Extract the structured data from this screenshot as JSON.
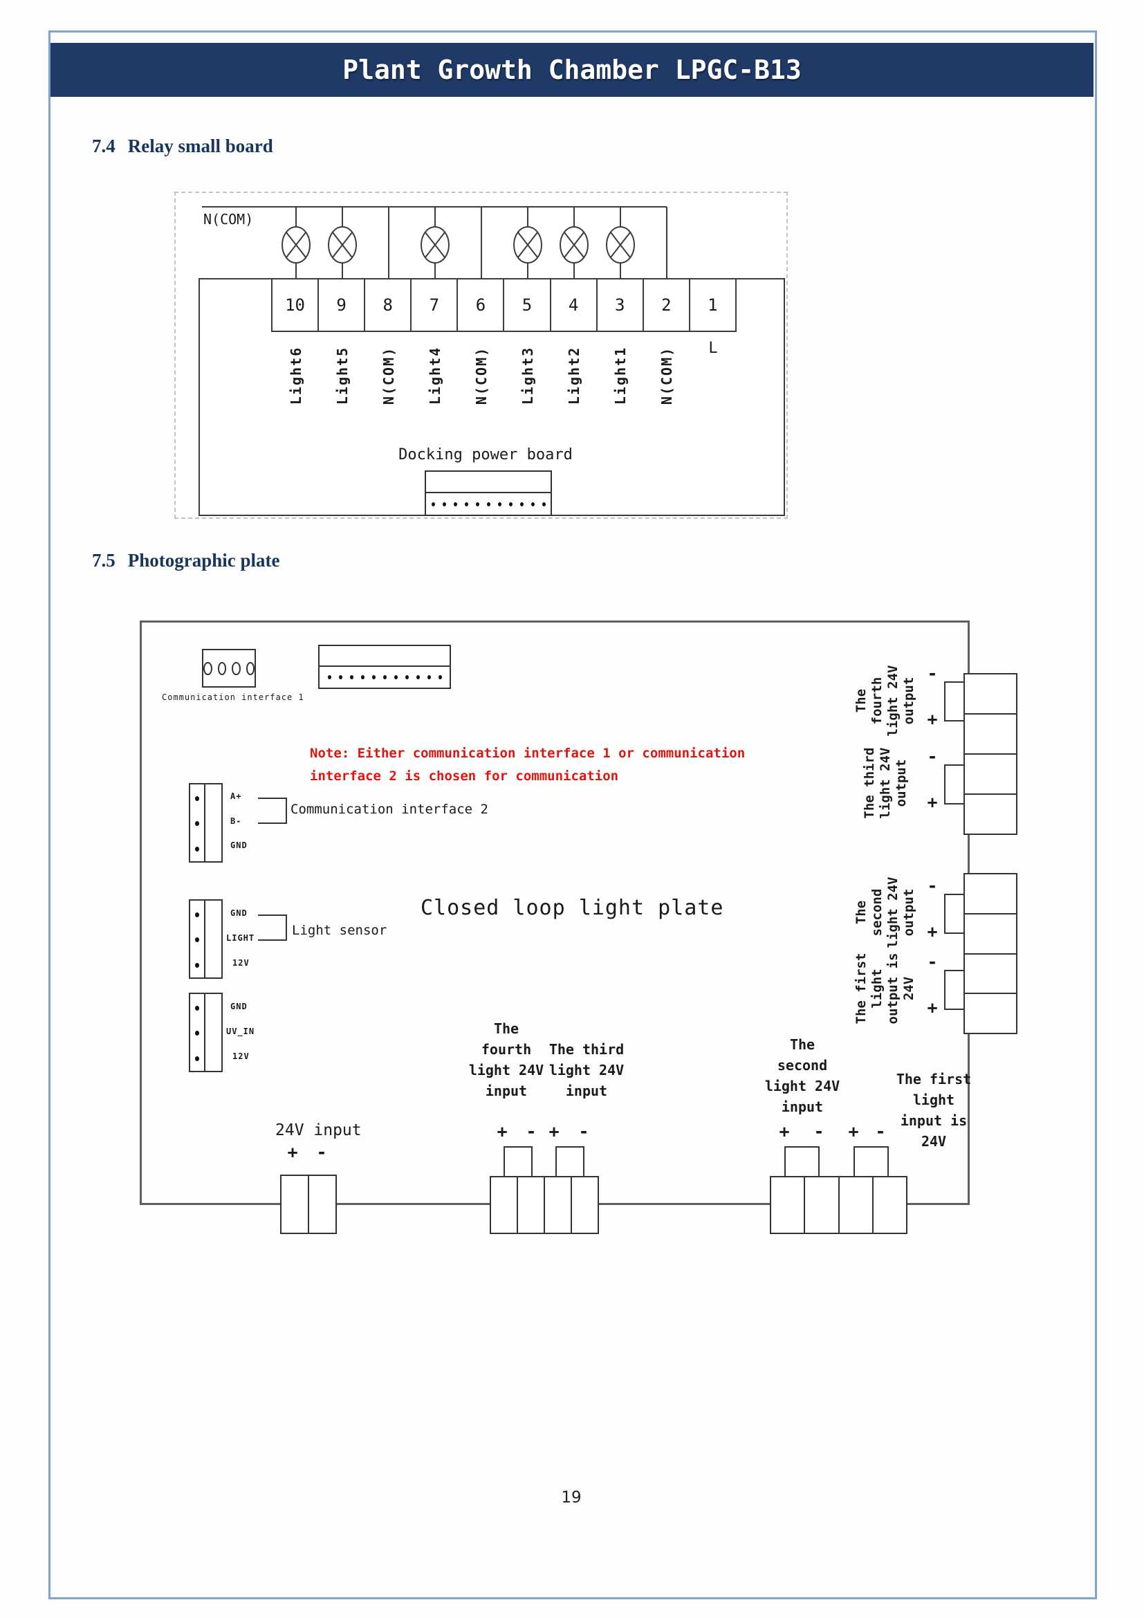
{
  "page": {
    "title": "Plant Growth Chamber LPGC-B13",
    "page_number": "19"
  },
  "sections": {
    "s74": {
      "number": "7.4",
      "title": "Relay small board"
    },
    "s75": {
      "number": "7.5",
      "title": "Photographic plate"
    }
  },
  "relay": {
    "bus_label": "N(COM)",
    "terminals": [
      {
        "num": "10",
        "label": "Light6"
      },
      {
        "num": "9",
        "label": "Light5"
      },
      {
        "num": "8",
        "label": "N(COM)"
      },
      {
        "num": "7",
        "label": "Light4"
      },
      {
        "num": "6",
        "label": "N(COM)"
      },
      {
        "num": "5",
        "label": "Light3"
      },
      {
        "num": "4",
        "label": "Light2"
      },
      {
        "num": "3",
        "label": "Light1"
      },
      {
        "num": "2",
        "label": "N(COM)"
      },
      {
        "num": "1",
        "label": "L"
      }
    ],
    "docking_label": "Docking power board"
  },
  "photo": {
    "comm1_label": "Communication interface 1",
    "note_line1": "Note: Either communication interface 1 or communication",
    "note_line2": "interface 2 is chosen for communication",
    "comm2_pins": [
      "A+",
      "B-",
      "GND"
    ],
    "comm2_label": "Communication interface 2",
    "sensor_pins": [
      "GND",
      "LIGHT",
      "12V"
    ],
    "sensor_label": "Light sensor",
    "uv_pins": [
      "GND",
      "UV_IN",
      "12V"
    ],
    "board_label": "Closed loop light plate",
    "input_24v_label": "24V input",
    "plus": "+",
    "minus": "-",
    "outputs": [
      {
        "lines": [
          "The",
          "fourth",
          "light 24V",
          "output"
        ]
      },
      {
        "lines": [
          "The third",
          "light 24V",
          "output"
        ]
      },
      {
        "lines": [
          "The",
          "second",
          "light 24V",
          "output"
        ]
      },
      {
        "lines": [
          "The first",
          "light",
          "output is",
          "24V"
        ]
      }
    ],
    "inputs": [
      {
        "lines": [
          "The",
          "fourth",
          "light 24V",
          "input"
        ]
      },
      {
        "lines": [
          "The third",
          "light 24V",
          "input"
        ]
      },
      {
        "lines": [
          "The",
          "second",
          "light 24V",
          "input"
        ]
      },
      {
        "lines": [
          "The first",
          "light",
          "input is",
          "24V"
        ]
      }
    ]
  },
  "colors": {
    "header_bg": "#1f3a66",
    "heading_text": "#17365d",
    "frame_border": "#7fa3cf",
    "note_red": "#e1140e"
  }
}
